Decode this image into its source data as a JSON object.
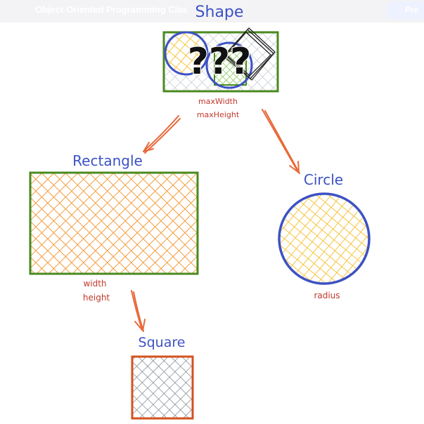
{
  "header": {
    "title": "Object Oriented Programming Clas",
    "button_label": "Pre"
  },
  "diagram": {
    "nodes": {
      "shape": {
        "title": "Shape",
        "props": [
          "maxWidth",
          "maxHeight"
        ],
        "mark": "???"
      },
      "rectangle": {
        "title": "Rectangle",
        "props": [
          "width",
          "height"
        ]
      },
      "circle": {
        "title": "Circle",
        "props": [
          "radius"
        ]
      },
      "square": {
        "title": "Square",
        "props": []
      }
    },
    "edges": [
      {
        "from": "Shape",
        "to": "Rectangle"
      },
      {
        "from": "Shape",
        "to": "Circle"
      },
      {
        "from": "Rectangle",
        "to": "Square"
      }
    ]
  },
  "colors": {
    "title_blue": "#3d52c4",
    "prop_red": "#c0392b",
    "arrow_orange": "#e8693a",
    "rect_fill": "#f39c3c",
    "rect_stroke": "#4a8a1f",
    "circle_fill": "#f4c542",
    "circle_stroke": "#3d52c4",
    "square_fill": "#8a929a",
    "square_stroke": "#d4521c"
  }
}
